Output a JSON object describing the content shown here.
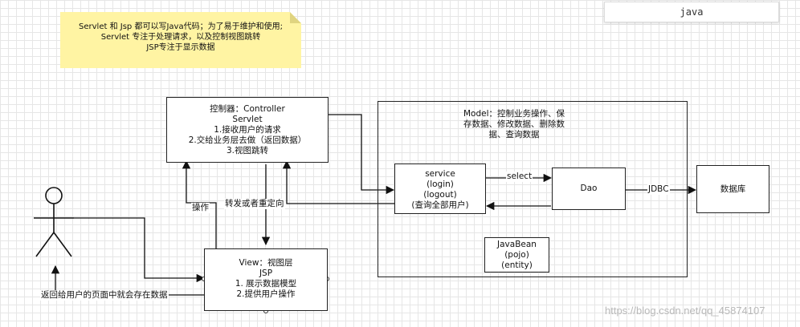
{
  "note": {
    "lines": [
      "Servlet 和 Jsp  都可以写Java代码；为了易于维护和使用;",
      "Servlet 专注于处理请求，以及控制视图跳转",
      "JSP专注于显示数据"
    ]
  },
  "java_tab": {
    "text": "java"
  },
  "controller": {
    "lines": [
      "控制器：Controller",
      "Servlet",
      "1.接收用户的请求",
      "2.交给业务层去做（返回数据）",
      "3.视图跳转"
    ]
  },
  "model": {
    "lines": [
      "Model：控制业务操作、保",
      "存数据、修改数据、删除数",
      "据、查询数据"
    ]
  },
  "service": {
    "lines": [
      "service",
      "(login)",
      "(logout)",
      "(查询全部用户)"
    ]
  },
  "dao": {
    "label": "Dao"
  },
  "database": {
    "label": "数据库"
  },
  "javabean": {
    "lines": [
      "JavaBean",
      "(pojo)",
      "(entity)"
    ]
  },
  "view": {
    "lines": [
      "View：视图层",
      "JSP",
      "1. 展示数据模型",
      "2.提供用户操作"
    ]
  },
  "edge_labels": {
    "select": "select",
    "jdbc": "JDBC",
    "operate": "操作",
    "forward": "转发或者重定向",
    "return": "返回给用户的页面中就会存在数据"
  },
  "watermark": "https://blog.csdn.net/qq_45874107"
}
